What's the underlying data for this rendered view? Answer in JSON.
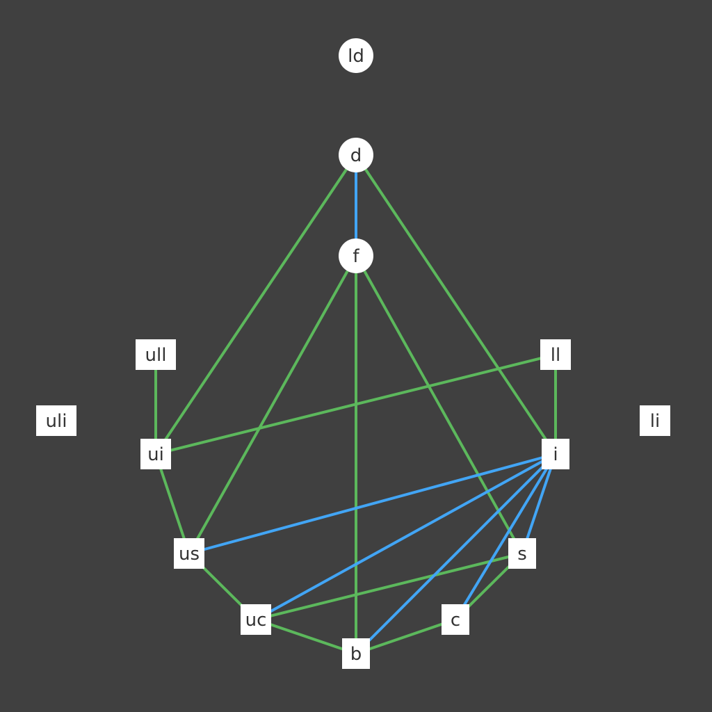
{
  "colors": {
    "background": "#404040",
    "node_fill": "#ffffff",
    "label": "#333333",
    "edge_green": "#5cb85c",
    "edge_blue": "#42a5f5"
  },
  "nodes": [
    {
      "id": "ld",
      "label": "ld",
      "shape": "circle"
    },
    {
      "id": "d",
      "label": "d",
      "shape": "circle"
    },
    {
      "id": "f",
      "label": "f",
      "shape": "circle"
    },
    {
      "id": "ull",
      "label": "ull",
      "shape": "square"
    },
    {
      "id": "ll",
      "label": "ll",
      "shape": "square"
    },
    {
      "id": "uli",
      "label": "uli",
      "shape": "square"
    },
    {
      "id": "li",
      "label": "li",
      "shape": "square"
    },
    {
      "id": "ui",
      "label": "ui",
      "shape": "square"
    },
    {
      "id": "i",
      "label": "i",
      "shape": "square"
    },
    {
      "id": "us",
      "label": "us",
      "shape": "square"
    },
    {
      "id": "s",
      "label": "s",
      "shape": "square"
    },
    {
      "id": "uc",
      "label": "uc",
      "shape": "square"
    },
    {
      "id": "c",
      "label": "c",
      "shape": "square"
    },
    {
      "id": "b",
      "label": "b",
      "shape": "square"
    }
  ],
  "edges": [
    {
      "from": "d",
      "to": "f",
      "color": "blue"
    },
    {
      "from": "d",
      "to": "ui",
      "color": "green"
    },
    {
      "from": "d",
      "to": "i",
      "color": "green"
    },
    {
      "from": "f",
      "to": "us",
      "color": "green"
    },
    {
      "from": "f",
      "to": "b",
      "color": "green"
    },
    {
      "from": "f",
      "to": "s",
      "color": "green"
    },
    {
      "from": "ull",
      "to": "ui",
      "color": "green"
    },
    {
      "from": "ll",
      "to": "i",
      "color": "green"
    },
    {
      "from": "ll",
      "to": "ui",
      "color": "green"
    },
    {
      "from": "ui",
      "to": "us",
      "color": "green"
    },
    {
      "from": "us",
      "to": "uc",
      "color": "green"
    },
    {
      "from": "uc",
      "to": "b",
      "color": "green"
    },
    {
      "from": "uc",
      "to": "s",
      "color": "green"
    },
    {
      "from": "b",
      "to": "c",
      "color": "green"
    },
    {
      "from": "c",
      "to": "s",
      "color": "green"
    },
    {
      "from": "i",
      "to": "us",
      "color": "blue"
    },
    {
      "from": "i",
      "to": "uc",
      "color": "blue"
    },
    {
      "from": "i",
      "to": "b",
      "color": "blue"
    },
    {
      "from": "i",
      "to": "c",
      "color": "blue"
    },
    {
      "from": "i",
      "to": "s",
      "color": "blue"
    }
  ]
}
